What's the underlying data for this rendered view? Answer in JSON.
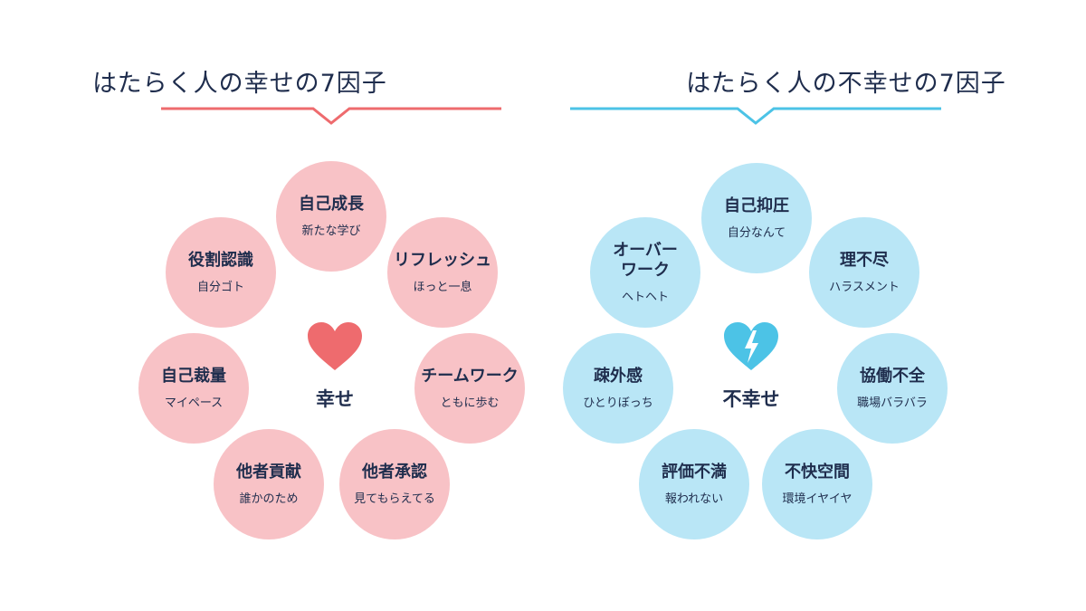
{
  "left": {
    "title": "はたらく人の幸せの7因子",
    "center_label": "幸せ",
    "accent": "#ee6b6e",
    "circle_color": "#f8c2c6",
    "factors": [
      {
        "title": "自己成長",
        "subtitle": "新たな学び"
      },
      {
        "title": "リフレッシュ",
        "subtitle": "ほっと一息"
      },
      {
        "title": "チームワーク",
        "subtitle": "ともに歩む"
      },
      {
        "title": "他者承認",
        "subtitle": "見てもらえてる"
      },
      {
        "title": "他者貢献",
        "subtitle": "誰かのため"
      },
      {
        "title": "自己裁量",
        "subtitle": "マイペース"
      },
      {
        "title": "役割認識",
        "subtitle": "自分ゴト"
      }
    ]
  },
  "right": {
    "title": "はたらく人の不幸せの7因子",
    "center_label": "不幸せ",
    "accent": "#4cc3e6",
    "circle_color": "#b9e6f6",
    "factors": [
      {
        "title": "自己抑圧",
        "subtitle": "自分なんて"
      },
      {
        "title": "理不尽",
        "subtitle": "ハラスメント"
      },
      {
        "title": "協働不全",
        "subtitle": "職場バラバラ"
      },
      {
        "title": "不快空間",
        "subtitle": "環境イヤイヤ"
      },
      {
        "title": "評価不満",
        "subtitle": "報われない"
      },
      {
        "title": "疎外感",
        "subtitle": "ひとりぼっち"
      },
      {
        "title": "オーバー\nワーク",
        "subtitle": "ヘトヘト"
      }
    ]
  }
}
